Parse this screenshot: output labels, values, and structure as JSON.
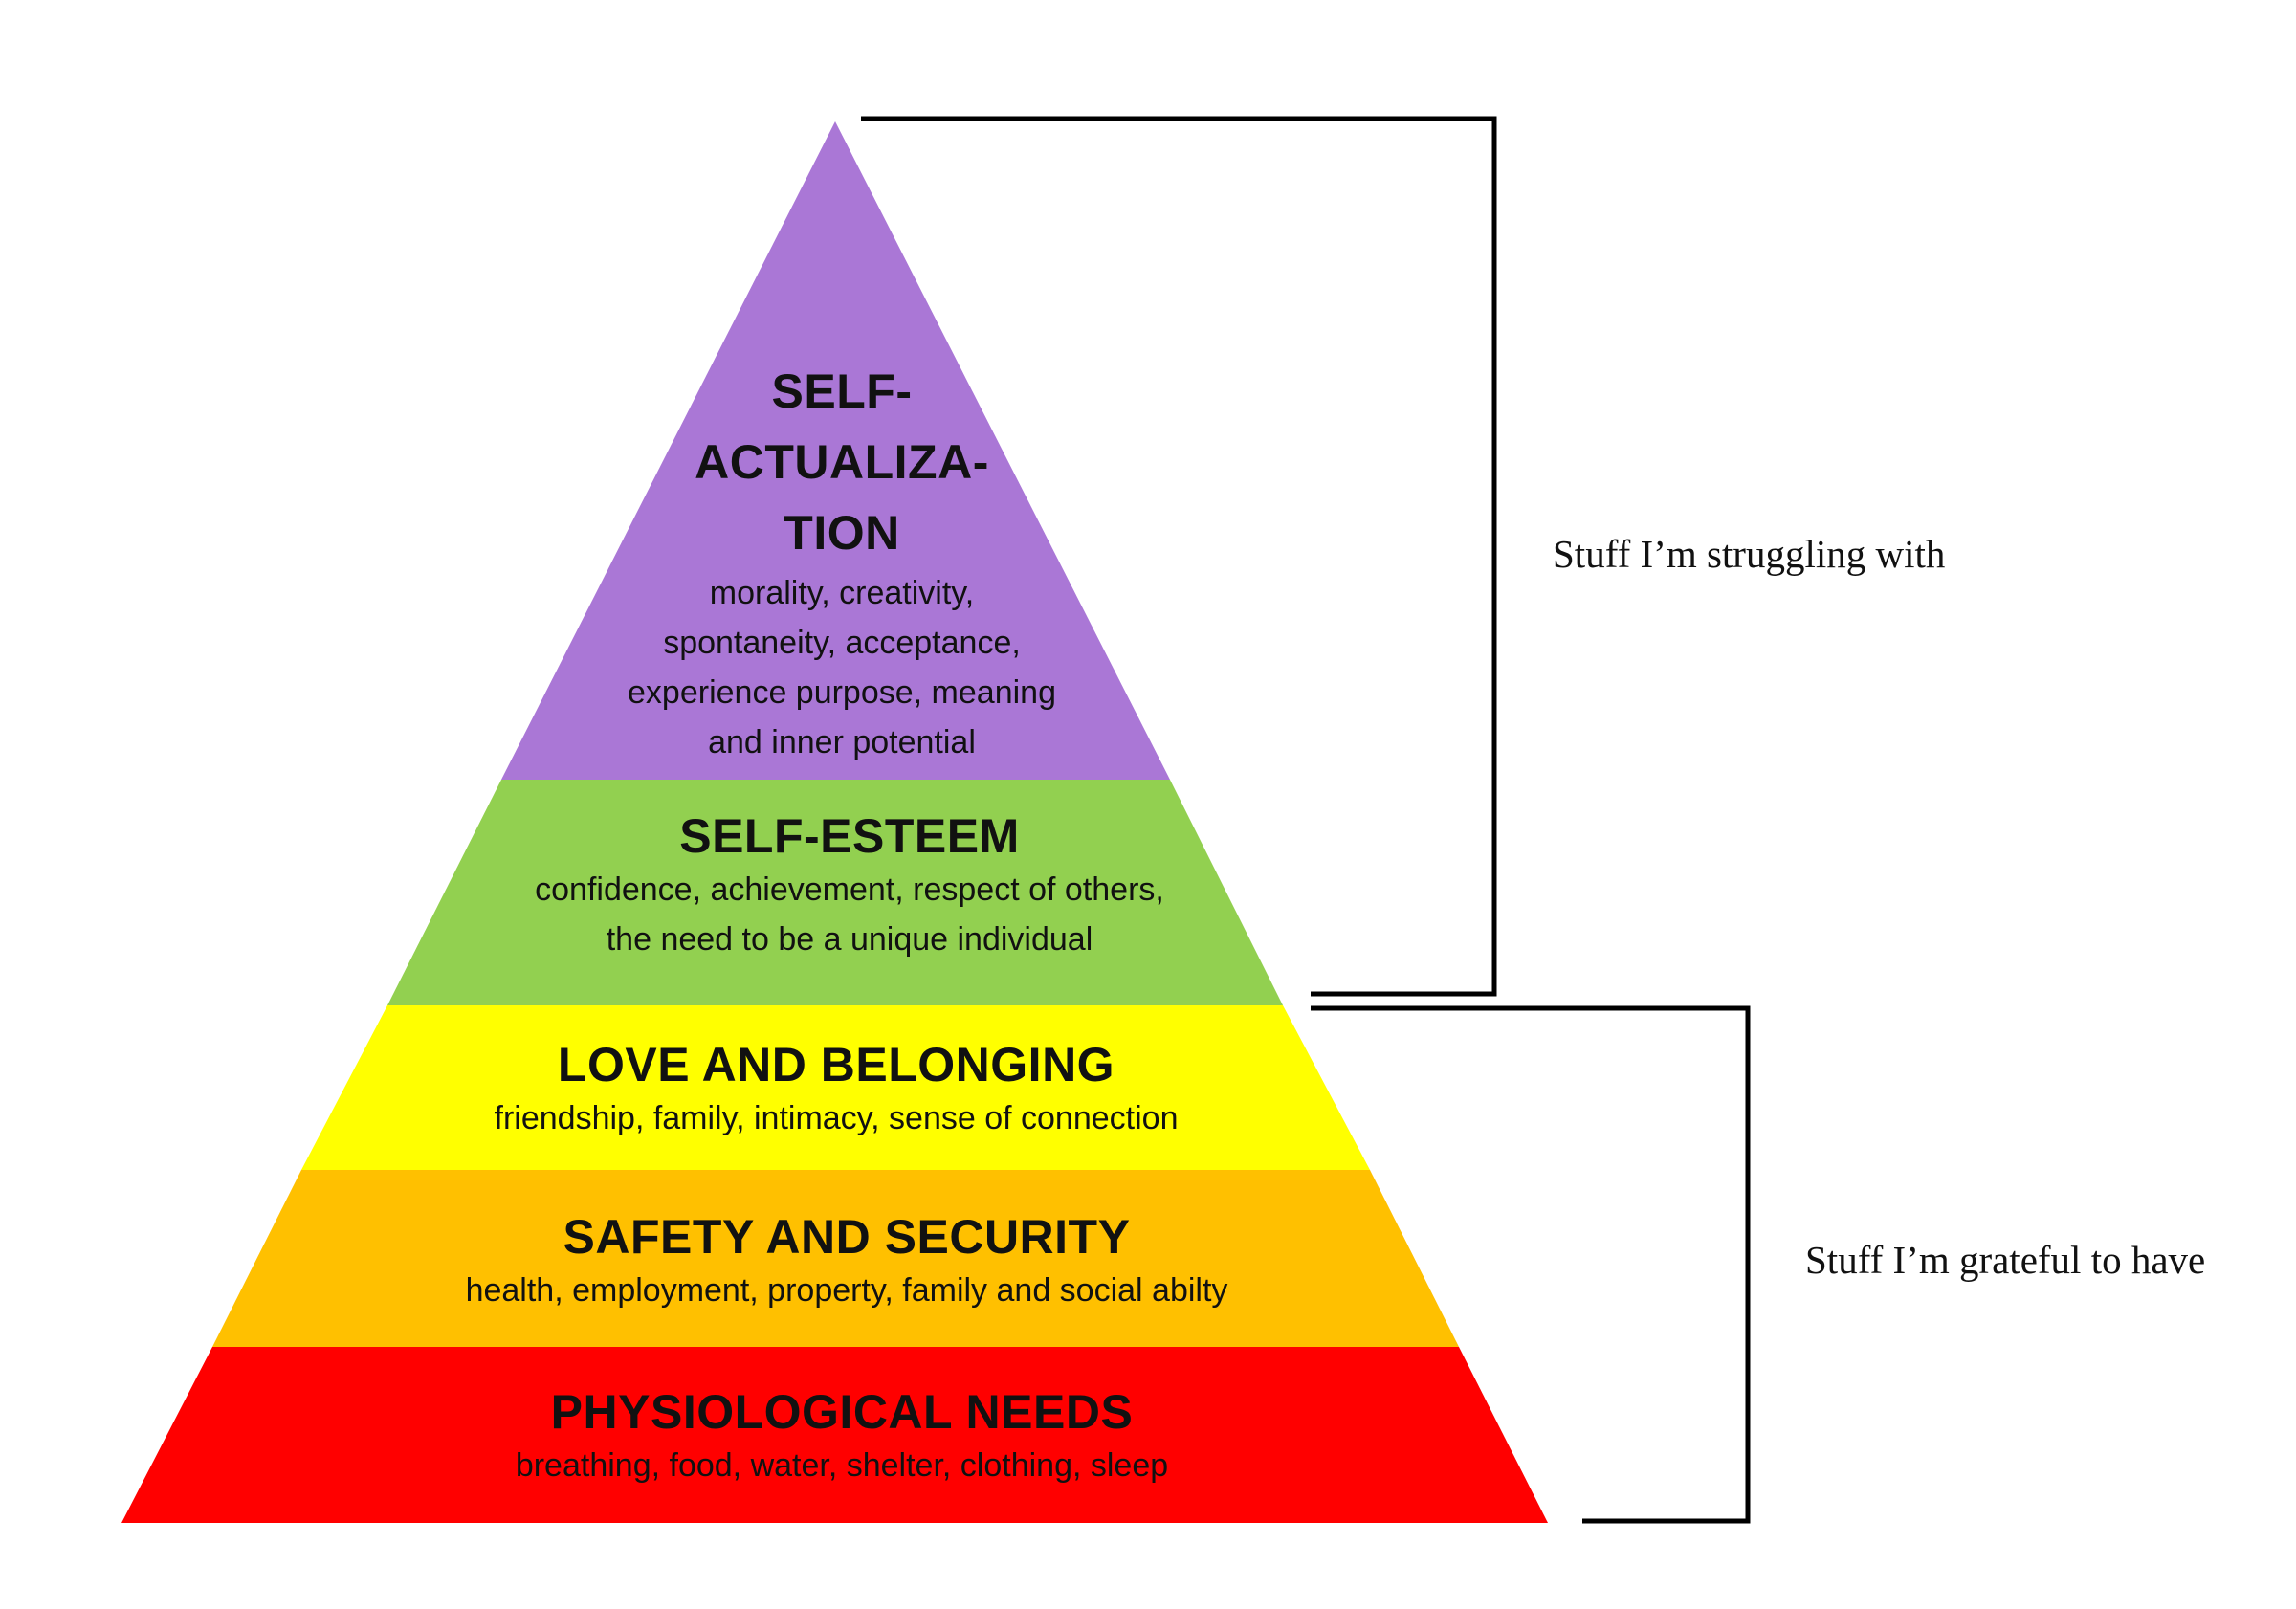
{
  "pyramid": {
    "tiers": [
      {
        "title": "SELF-\nACTUALIZA-\nTION",
        "description": "morality, creativity,\nspontaneity, acceptance,\nexperience purpose, meaning\nand inner potential",
        "color": "#aa77d6"
      },
      {
        "title": "SELF-ESTEEM",
        "description": "confidence, achievement, respect of others,\nthe need to be a unique individual",
        "color": "#92d050"
      },
      {
        "title": "LOVE AND BELONGING",
        "description": "friendship, family, intimacy, sense of connection",
        "color": "#ffff00"
      },
      {
        "title": "SAFETY AND SECURITY",
        "description": "health, employment, property, family and social abilty",
        "color": "#ffc000"
      },
      {
        "title": "PHYSIOLOGICAL NEEDS",
        "description": "breathing, food, water, shelter, clothing, sleep",
        "color": "#ff0000"
      }
    ]
  },
  "brackets": {
    "upper_label": "Stuff I’m struggling with",
    "lower_label": "Stuff I’m grateful to have",
    "line_color": "#000000"
  }
}
